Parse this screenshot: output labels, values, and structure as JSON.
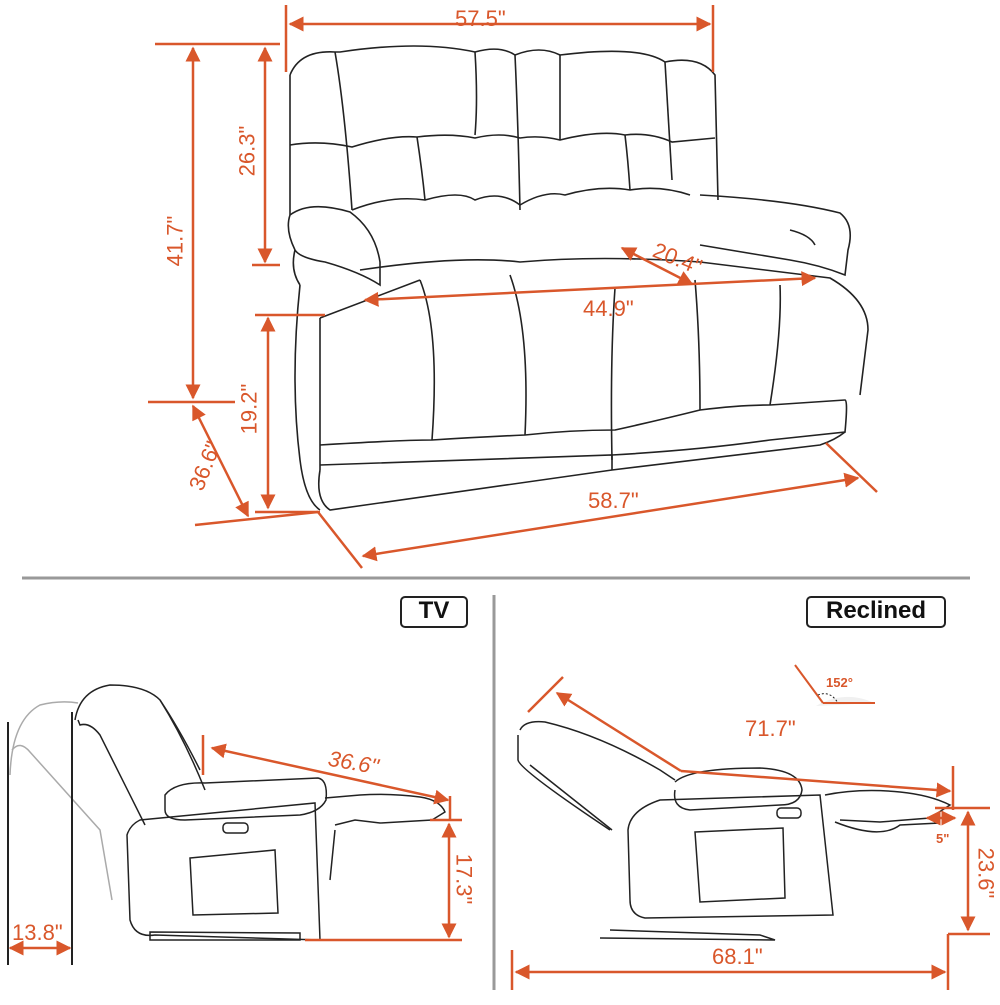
{
  "diagram": {
    "title": "Loveseat recliner dimensions",
    "accent_color": "#d9572b",
    "line_color": "#222222",
    "front_view": {
      "dimensions": {
        "overall_width_top": "57.5\"",
        "overall_height": "41.7\"",
        "back_height": "26.3\"",
        "seat_depth": "20.4\"",
        "seat_width": "44.9\"",
        "seat_height": "19.2\"",
        "overall_depth": "36.6\"",
        "overall_width_bottom": "58.7\""
      }
    },
    "tv_view": {
      "label": "TV",
      "dimensions": {
        "wall_clearance": "13.8\"",
        "footrest_length": "36.6\"",
        "footrest_height": "17.3\""
      }
    },
    "reclined_view": {
      "label": "Reclined",
      "dimensions": {
        "recline_angle": "152°",
        "reclined_length": "71.7\"",
        "footrest_extension": "5\"",
        "footrest_height": "23.6\"",
        "overall_length": "68.1\""
      }
    }
  }
}
